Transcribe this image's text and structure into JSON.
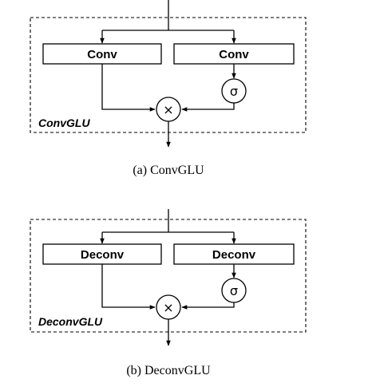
{
  "panels": [
    {
      "block_left": "Conv",
      "block_right": "Conv",
      "gate_symbol": "σ",
      "multiply_symbol": "×",
      "module_name": "ConvGLU",
      "caption": "(a)  ConvGLU"
    },
    {
      "block_left": "Deconv",
      "block_right": "Deconv",
      "gate_symbol": "σ",
      "multiply_symbol": "×",
      "module_name": "DeconvGLU",
      "caption": "(b)  DeconvGLU"
    }
  ]
}
